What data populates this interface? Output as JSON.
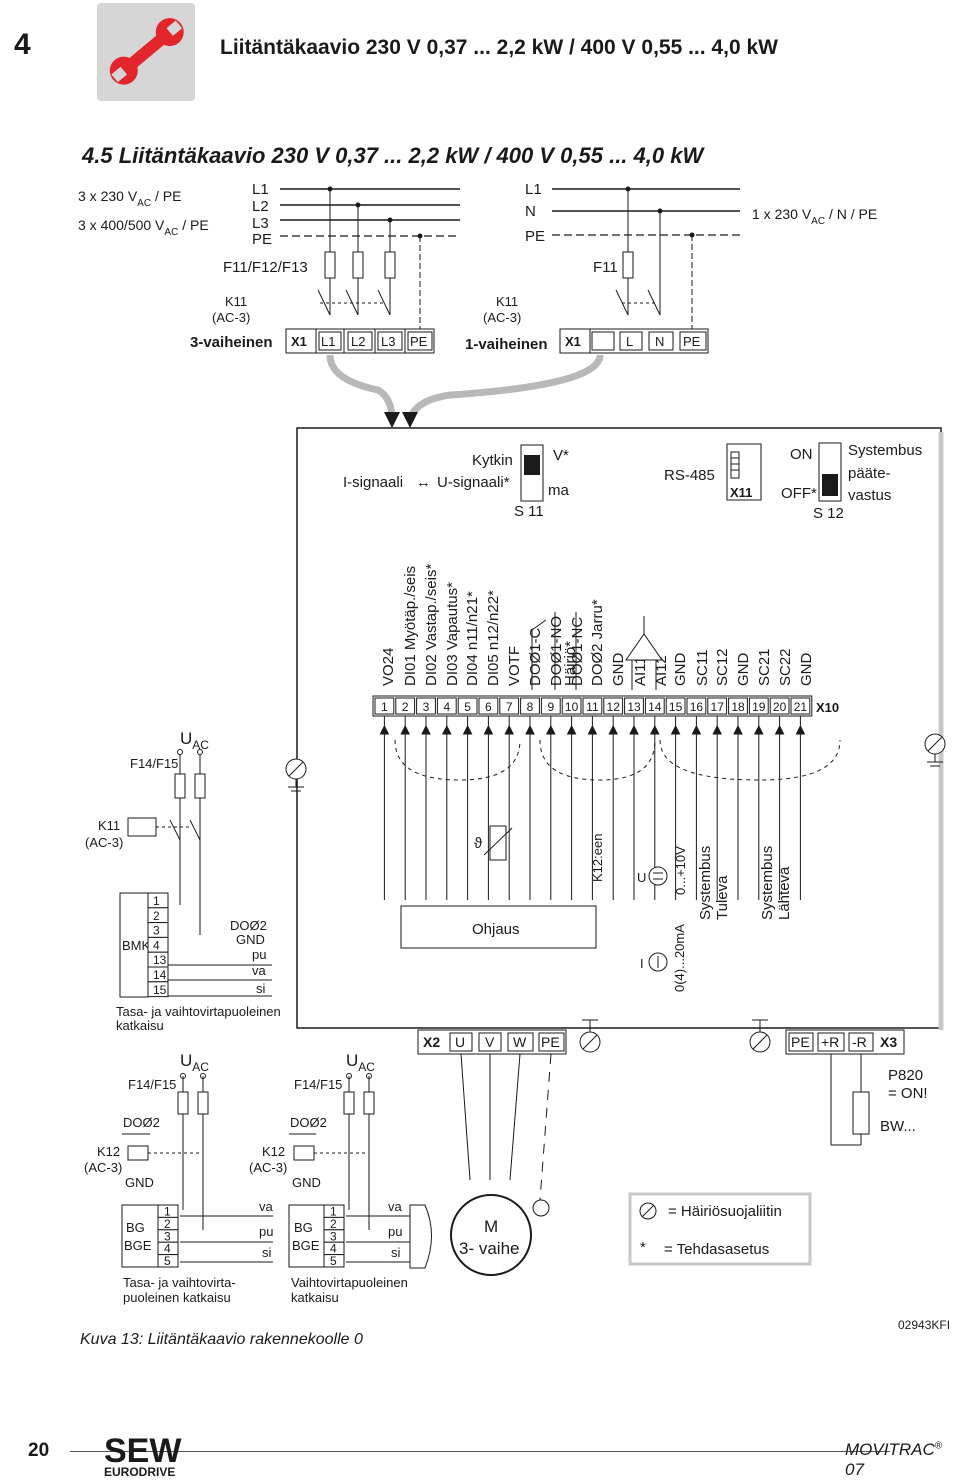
{
  "header": {
    "chapter_number": "4",
    "chapter_title": "Liitäntäkaavio 230 V 0,37 ... 2,2 kW / 400 V 0,55 ... 4,0 kW",
    "icon": "wrench-icon"
  },
  "section": {
    "title": "4.5   Liitäntäkaavio 230 V 0,37 ... 2,2 kW / 400 V 0,55 ... 4,0 kW"
  },
  "supply": {
    "three_phase_230_main": "3 x 230 V",
    "three_phase_230_sub": "AC",
    "three_phase_230_tail": " / PE",
    "three_phase_400_main": "3 x 400/500 V",
    "three_phase_400_sub": "AC",
    "three_phase_400_tail": " / PE",
    "single_phase_main": "1 x 230 V",
    "single_phase_sub": "AC",
    "single_phase_tail": " / N / PE",
    "lines_3": [
      "L1",
      "L2",
      "L3",
      "PE"
    ],
    "lines_1": [
      "L1",
      "N",
      "PE"
    ],
    "fuses_3": "F11/F12/F13",
    "fuses_1": "F11"
  },
  "contactors": {
    "k11_3": "K11",
    "k11_3_sub": "(AC-3)",
    "k11_1": "K11",
    "k11_1_sub": "(AC-3)",
    "three_phase_label": "3-vaiheinen",
    "single_phase_label": "1-vaiheinen",
    "x1_3": [
      "X1",
      "L1",
      "L2",
      "L3",
      "PE"
    ],
    "x1_1": [
      "X1",
      "",
      "L",
      "N",
      "PE"
    ]
  },
  "switches": {
    "s11_title": "Kytkin",
    "i_signal": "I-signaali",
    "arrow": "↔",
    "u_signal": "U-signaali*",
    "v_label": "V*",
    "ma_label": "ma",
    "s11": "S 11",
    "rs485": "RS-485",
    "x11": "X11",
    "on": "ON",
    "off": "OFF*",
    "s12": "S 12",
    "termination": [
      "Systembus",
      "pääte-",
      "vastus"
    ]
  },
  "x10": {
    "label": "X10",
    "numbers": [
      "1",
      "2",
      "3",
      "4",
      "5",
      "6",
      "7",
      "8",
      "9",
      "10",
      "11",
      "12",
      "13",
      "14",
      "15",
      "16",
      "17",
      "18",
      "19",
      "20",
      "21"
    ],
    "signals": [
      "VO24",
      "DI01 Myötäp./seis",
      "DI02 Vastap./seis*",
      "DI03 Vapautus*",
      "DI04 n11/n21*",
      "DI05 n12/n22*",
      "VOTF",
      "Häiriö*",
      "DOØ1-C",
      "DOØ1-NO",
      "DOØ1-NC",
      "DOØ2 Jarru*",
      "GND",
      "AI11",
      "AI12",
      "GND",
      "SC11",
      "SC12",
      "GND",
      "SC21",
      "SC22",
      "GND"
    ]
  },
  "left_block": {
    "u_ac_main": "U",
    "u_ac_sub": "AC",
    "f14": "F14/F15",
    "k11": "K11",
    "k11_sub": "(AC-3)",
    "bmk": "BMK",
    "bmk_pins": [
      "1",
      "2",
      "3",
      "4",
      "13",
      "14",
      "15"
    ],
    "do_labels": [
      "DOØ2",
      "GND",
      "pu",
      "va",
      "si"
    ],
    "note": [
      "Tasa- ja vaihtovirtapuoleinen",
      "katkaisu"
    ]
  },
  "control": {
    "ohjaus": "Ohjaus",
    "theta": "ϑ",
    "k12een": "K12:een",
    "u": "U",
    "i": "I",
    "range_v": "0...+10V",
    "range_ma": "0(4)...20mA",
    "bus1": [
      "Systembus",
      "Tuleva"
    ],
    "bus2": [
      "Systembus",
      "Lähtevä"
    ]
  },
  "power_out": {
    "x2": [
      "X2",
      "U",
      "V",
      "W",
      "PE"
    ],
    "x3": [
      "PE",
      "+R",
      "-R",
      "X3"
    ],
    "motor": [
      "M",
      "3- vaihe"
    ],
    "p820": [
      "P820",
      "= ON!"
    ],
    "bw": "BW..."
  },
  "brake_left": {
    "u_ac_main": "U",
    "u_ac_sub": "AC",
    "f14": "F14/F15",
    "do2": "DOØ2",
    "k12": "K12",
    "k12_sub": "(AC-3)",
    "gnd": "GND",
    "bg": "BG",
    "bge": "BGE",
    "pins": [
      "1",
      "2",
      "3",
      "4",
      "5"
    ],
    "wires": [
      "va",
      "pu",
      "si"
    ],
    "note": [
      "Tasa- ja vaihtovirta-",
      "puoleinen katkaisu"
    ]
  },
  "brake_right": {
    "u_ac_main": "U",
    "u_ac_sub": "AC",
    "f14": "F14/F15",
    "do2": "DOØ2",
    "k12": "K12",
    "k12_sub": "(AC-3)",
    "gnd": "GND",
    "bg": "BG",
    "bge": "BGE",
    "pins": [
      "1",
      "2",
      "3",
      "4",
      "5"
    ],
    "wires": [
      "va",
      "pu",
      "si"
    ],
    "note": [
      "Vaihtovirtapuoleinen",
      "katkaisu"
    ]
  },
  "legend": {
    "shield": "= Häiriösuojaliitin",
    "star": "*",
    "factory": "= Tehdasasetus"
  },
  "figure": {
    "caption": "Kuva 13: Liitäntäkaavio rakennekoolle 0",
    "code": "02943KFI"
  },
  "footer": {
    "page": "20",
    "logo_top": "SEW",
    "logo_bottom": "EURODRIVE",
    "product": "MOVITRAC",
    "product_sup": "®",
    "product_tail": " 07"
  },
  "colors": {
    "accent": "#e3262b",
    "gray_box": "#d6d6d6",
    "line": "#1a1a1a",
    "shade": "#c8c8c8"
  }
}
